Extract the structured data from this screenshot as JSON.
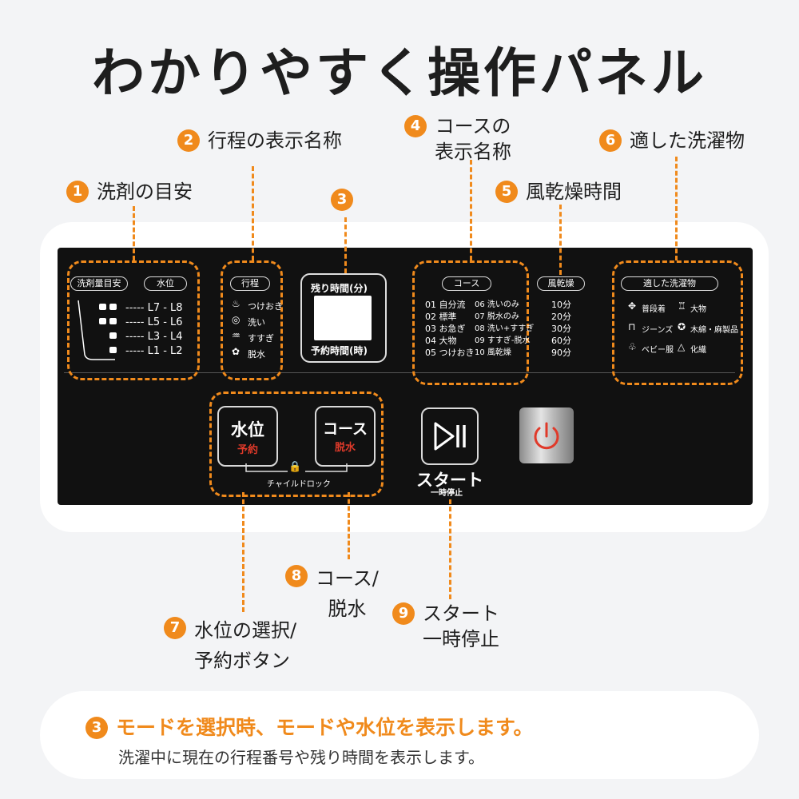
{
  "title": "わかりやすく操作パネル",
  "callouts": [
    {
      "num": "1",
      "line1": "洗剤の目安",
      "line2": ""
    },
    {
      "num": "2",
      "line1": "行程の表示名称",
      "line2": ""
    },
    {
      "num": "3",
      "line1": "",
      "line2": ""
    },
    {
      "num": "4",
      "line1": "コースの",
      "line2": "表示名称"
    },
    {
      "num": "5",
      "line1": "風乾燥時間",
      "line2": ""
    },
    {
      "num": "6",
      "line1": "適した洗濯物",
      "line2": ""
    },
    {
      "num": "7",
      "line1": "水位の選択/",
      "line2": "予約ボタン"
    },
    {
      "num": "8",
      "line1": "コース/",
      "line2": "脱水"
    },
    {
      "num": "9",
      "line1": "スタート",
      "line2": "一時停止"
    }
  ],
  "panel": {
    "detergent": {
      "header_amount": "洗剤量目安",
      "header_level": "水位",
      "levels": [
        "----- L7 - L8",
        "----- L5 - L6",
        "----- L3 - L4",
        "----- L1 - L2"
      ]
    },
    "process": {
      "header": "行程",
      "items": [
        {
          "icon": "soak-icon",
          "label": "つけおき"
        },
        {
          "icon": "wash-icon",
          "label": "洗い"
        },
        {
          "icon": "rinse-icon",
          "label": "すすぎ"
        },
        {
          "icon": "spin-icon",
          "label": "脱水"
        }
      ]
    },
    "display": {
      "top": "残り時間(分)",
      "bottom": "予約時間(時)"
    },
    "course": {
      "header": "コース",
      "left": [
        "01 自分流",
        "02 標準",
        "03 お急ぎ",
        "04 大物",
        "05 つけおき"
      ],
      "right": [
        "06 洗いのみ",
        "07 脱水のみ",
        "08 洗い+すすぎ",
        "09 すすぎ-脱水",
        "10 風乾燥"
      ]
    },
    "dry": {
      "header": "風乾燥",
      "times": [
        "10分",
        "20分",
        "30分",
        "60分",
        "90分"
      ]
    },
    "laundry": {
      "header": "適した洗濯物",
      "items": [
        {
          "icon": "everyday-wear-icon",
          "label": "普段着"
        },
        {
          "icon": "large-items-icon",
          "label": "大物"
        },
        {
          "icon": "jeans-icon",
          "label": "ジーンズ"
        },
        {
          "icon": "cotton-linen-icon",
          "label": "木綿・麻製品"
        },
        {
          "icon": "baby-clothes-icon",
          "label": "ベビー服"
        },
        {
          "icon": "synthetic-icon",
          "label": "化繊"
        }
      ]
    },
    "buttons": {
      "water_main": "水位",
      "water_sub": "予約",
      "course_main": "コース",
      "course_sub": "脱水",
      "child_lock": "チャイルドロック",
      "start_main": "スタート",
      "start_sub": "一時停止"
    }
  },
  "footer": {
    "num": "3",
    "line1": "モードを選択時、モードや水位を表示します。",
    "line2": "洗濯中に現在の行程番号や残り時間を表示します。"
  },
  "colors": {
    "accent": "#f08a1c",
    "panel": "#111111",
    "warn": "#e03a2a"
  }
}
